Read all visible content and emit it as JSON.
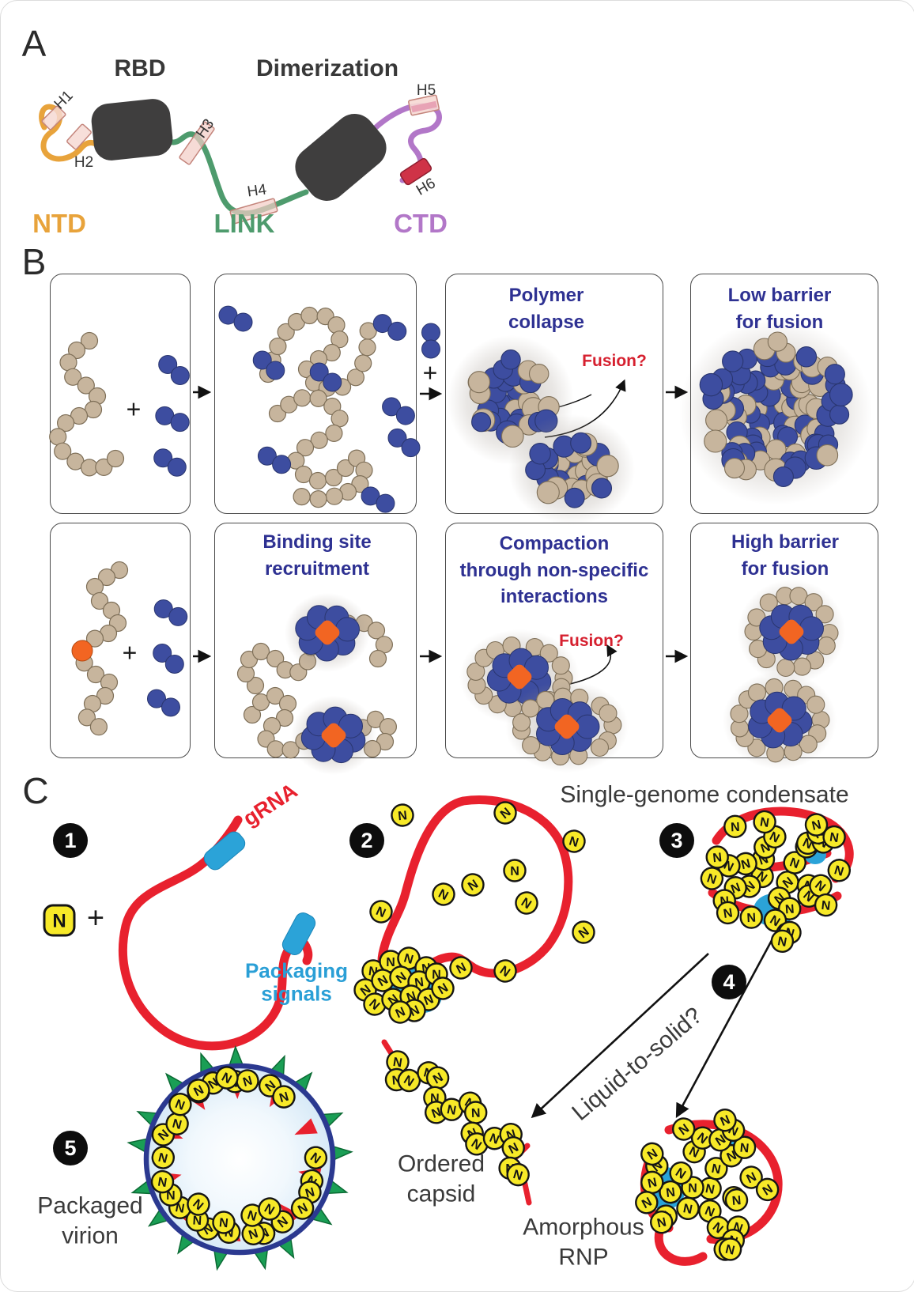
{
  "colors": {
    "navy_text": "#2e3192",
    "fusion_red": "#d6202f",
    "red": "#e8212e",
    "tan": "#c7b59d",
    "tan_edge": "#7e6f58",
    "blue": "#3d4da0",
    "blue_edge": "#2a366f",
    "orange": "#f26522",
    "yellow": "#f7e928",
    "cyan": "#2ba3d8",
    "green_spike": "#1a9e55",
    "green_edge": "#0a6a33",
    "virion_ring": "#2b3990",
    "purple": "#b277c8",
    "ntd_orange": "#e8a33b",
    "link_green": "#4e9b6d",
    "domain_dark": "#3f3e3e",
    "text_dark": "#3a3a3a",
    "pink_fill": "#f6d9d4",
    "pink_edge": "#c4857c",
    "crimson": "#cf3347"
  },
  "panel_a": {
    "letter": "A",
    "rbd": "RBD",
    "dimerization": "Dimerization",
    "h1": "H1",
    "h2": "H2",
    "h3": "H3",
    "h4": "H4",
    "h5": "H5",
    "h6": "H6",
    "ntd": "NTD",
    "link": "LINK",
    "ctd": "CTD"
  },
  "panel_b": {
    "letter": "B",
    "plus": "+",
    "fusion_question": "Fusion?",
    "row1": {
      "box3_title": "Polymer\ncollapse",
      "box4_title": "Low barrier\nfor fusion"
    },
    "row2": {
      "box2_title": "Binding site\nrecruitment",
      "box3_title": "Compaction\nthrough non-specific\ninteractions",
      "box4_title": "High barrier\nfor fusion"
    }
  },
  "panel_c": {
    "letter": "C",
    "steps": [
      "1",
      "2",
      "3",
      "4",
      "5"
    ],
    "n_label": "N",
    "plus": "+",
    "grna": "gRNA",
    "packaging_signals": "Packaging\nsignals",
    "condensate": "Single-genome condensate",
    "liquid_to_solid": "Liquid-to-solid?",
    "ordered_capsid": "Ordered\ncapsid",
    "amorphous_rnp": "Amorphous\nRNP",
    "packaged_virion": "Packaged\nvirion"
  }
}
